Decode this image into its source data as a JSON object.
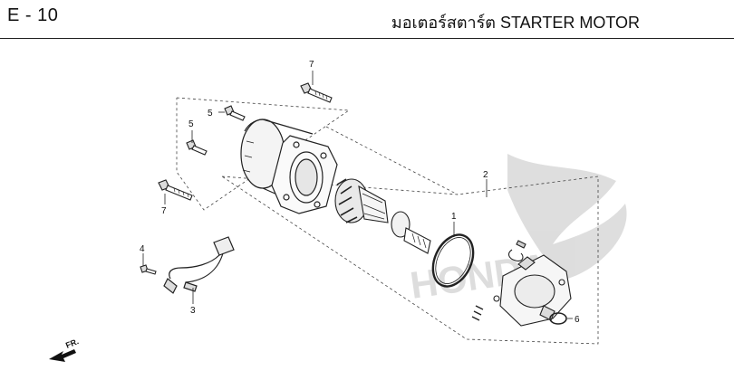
{
  "header": {
    "page_code": "E - 10",
    "title": "มอเตอร์สตาร์ต  STARTER MOTOR"
  },
  "watermark": {
    "brand": "HONDA"
  },
  "direction_label": "FR.",
  "callouts": [
    {
      "id": "c7a",
      "label": "7"
    },
    {
      "id": "c5a",
      "label": "5"
    },
    {
      "id": "c5b",
      "label": "5"
    },
    {
      "id": "c7b",
      "label": "7"
    },
    {
      "id": "c2",
      "label": "2"
    },
    {
      "id": "c1",
      "label": "1"
    },
    {
      "id": "c4",
      "label": "4"
    },
    {
      "id": "c3",
      "label": "3"
    },
    {
      "id": "c6",
      "label": "6"
    }
  ]
}
